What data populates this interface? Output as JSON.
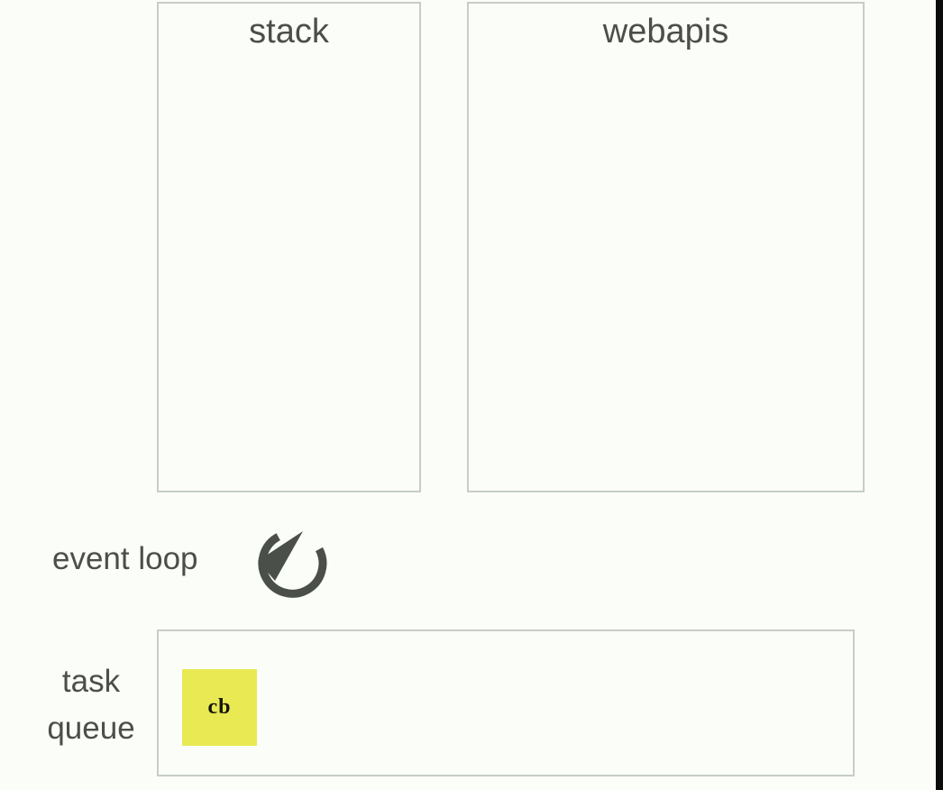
{
  "canvas": {
    "background_color": "#FBFDF8",
    "edge_strip_color": "#0C0C0A",
    "text_color": "#4A4F4A",
    "border_color": "#C6CEC6"
  },
  "panels": {
    "stack": {
      "title": "stack",
      "items": []
    },
    "webapis": {
      "title": "webapis",
      "items": []
    }
  },
  "event_loop": {
    "label": "event loop",
    "icon": "circular-arrow-icon",
    "icon_color": "#4A4F4A"
  },
  "task_queue": {
    "label_line1": "task",
    "label_line2": "queue",
    "items": [
      {
        "label": "cb",
        "color": "#E8E953",
        "text_color": "#15150B"
      }
    ]
  }
}
